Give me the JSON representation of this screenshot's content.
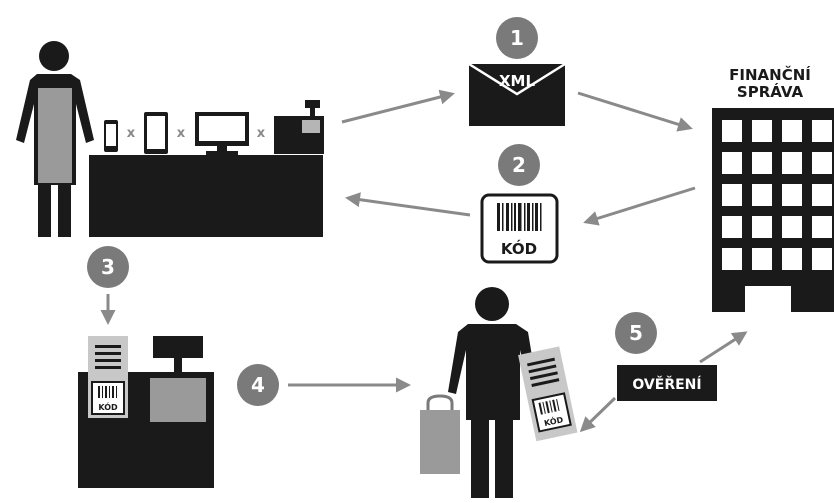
{
  "labels": {
    "xml": "XML",
    "code": "KÓD",
    "code_small": "KÓD",
    "authority_line1": "FINANČNÍ",
    "authority_line2": "SPRÁVA",
    "verification": "OVĚŘENÍ",
    "multiply": "x"
  },
  "steps": [
    "1",
    "2",
    "3",
    "4",
    "5"
  ],
  "colors": {
    "dark": "#1a1a1a",
    "gray": "#7a7a7a",
    "light_gray": "#b5b5b5",
    "arrow": "#8a8a8a",
    "white": "#ffffff"
  }
}
